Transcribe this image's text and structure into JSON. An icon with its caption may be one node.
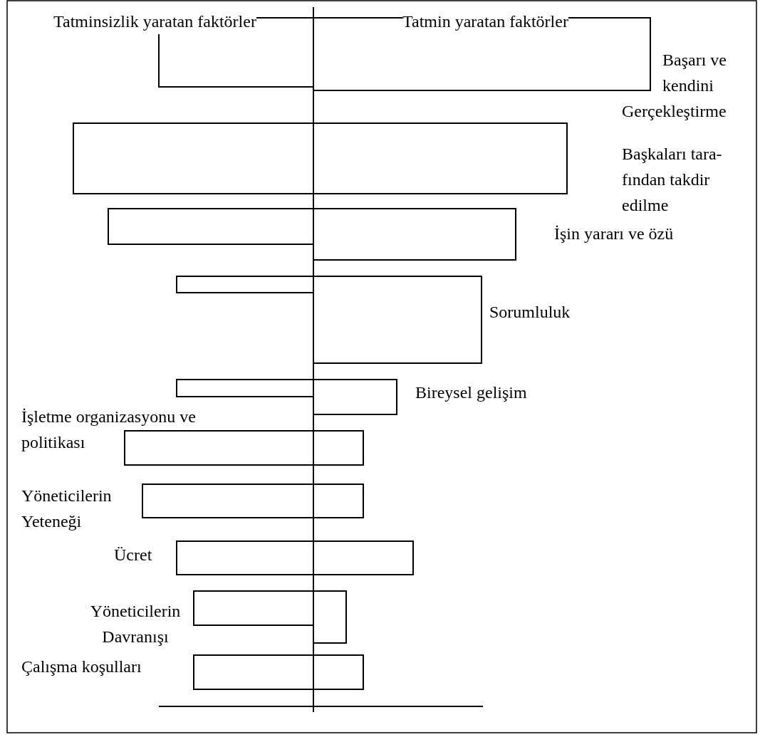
{
  "diagram": {
    "nodes": [
      {
        "text": [],
        "shape": "bar",
        "beside": [
          "Başarı ve kendini Gerçekleştirme"
        ]
      },
      {
        "text": [],
        "shape": "bar",
        "beside": [
          "Başkaları tara-fından takdir edilme"
        ]
      },
      {
        "text": [],
        "shape": "bar",
        "beside": [
          "İşin yararı ve özü"
        ]
      },
      {
        "text": [],
        "shape": "bar",
        "beside": [
          "Sorumluluk"
        ]
      },
      {
        "text": [],
        "shape": "bar",
        "beside": [
          "Bireysel gelişim"
        ]
      },
      {
        "text": [],
        "shape": "bar",
        "beside": [
          "İşletme organizasyonu ve politikası"
        ]
      },
      {
        "text": [],
        "shape": "bar",
        "beside": [
          "Yöneticilerin Yeteneği"
        ]
      },
      {
        "text": [],
        "shape": "bar",
        "beside": [
          "Ücret"
        ]
      },
      {
        "text": [],
        "shape": "bar",
        "beside": [
          "Yöneticilerin Davranışı"
        ]
      },
      {
        "text": [],
        "shape": "bar",
        "beside": [
          "Çalışma koşulları"
        ]
      }
    ],
    "labels": [
      "Tatminsizlik yaratan faktörler",
      "Tatmin yaratan faktörler"
    ]
  }
}
